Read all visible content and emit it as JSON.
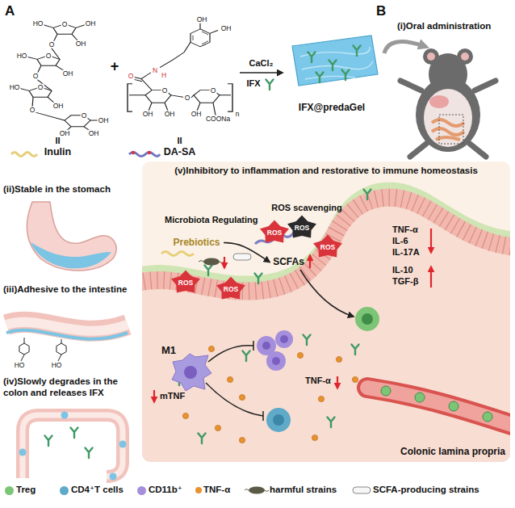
{
  "diagram": {
    "nodes": [
      {
        "text": [
          "II",
          "Inulin"
        ]
      },
      {
        "text": [
          "II",
          "DA-SA"
        ]
      },
      {
        "text": [
          "IFX@predaGel"
        ]
      },
      {
        "text": [
          "(v)Inhibitory to inflammation and restorative to immune homeostasis"
        ]
      },
      {
        "text": [
          "Prebiotics"
        ],
        "in": 3
      },
      {
        "text": [
          "SCFAs"
        ],
        "in": 3
      }
    ],
    "edges": [
      {
        "from": 1,
        "to": 2,
        "label": "CaCl₂",
        "arrow": "to"
      },
      {
        "from": 4,
        "to": 5,
        "arrow": "to"
      }
    ],
    "labels": [
      "A",
      "B",
      "O",
      "OH",
      "HO",
      "OH",
      "O",
      "O",
      "OH",
      "HO",
      "O",
      "O",
      "OH",
      "HO",
      "O",
      "O",
      "OH",
      "OH",
      "OH",
      "OH",
      "OH",
      "N",
      "H",
      "O",
      "O",
      "OH",
      "OH",
      "O",
      "O",
      "OH",
      "COONa",
      "n",
      "+",
      "IFX",
      "(i)Oral administration",
      "(ii)Stable in the stomach",
      "(iii)Adhesive to the intestine",
      "(iv)Slowly degrades in the colon and releases IFX",
      "ROS scavenging",
      "Microbiota Regulating",
      "ROS",
      "ROS",
      "ROS",
      "ROS",
      "ROS",
      "TNF-α",
      "IL-6",
      "IL-17A",
      "IL-10",
      "TGF-β",
      "M1",
      "mTNF",
      "TNF-α",
      "Colonic lamina propria",
      "HO",
      "HO"
    ],
    "legend": [
      {
        "text": "Treg",
        "color": "#7cc576"
      },
      {
        "text": "CD4⁺T cells",
        "color": "#5fa9c9"
      },
      {
        "text": "CD11b⁺",
        "color": "#a58fdc"
      },
      {
        "text": "TNF-α",
        "color": "#e8922e"
      },
      {
        "text": "harmful strains"
      },
      {
        "text": "SCFA-producing strains"
      }
    ]
  }
}
